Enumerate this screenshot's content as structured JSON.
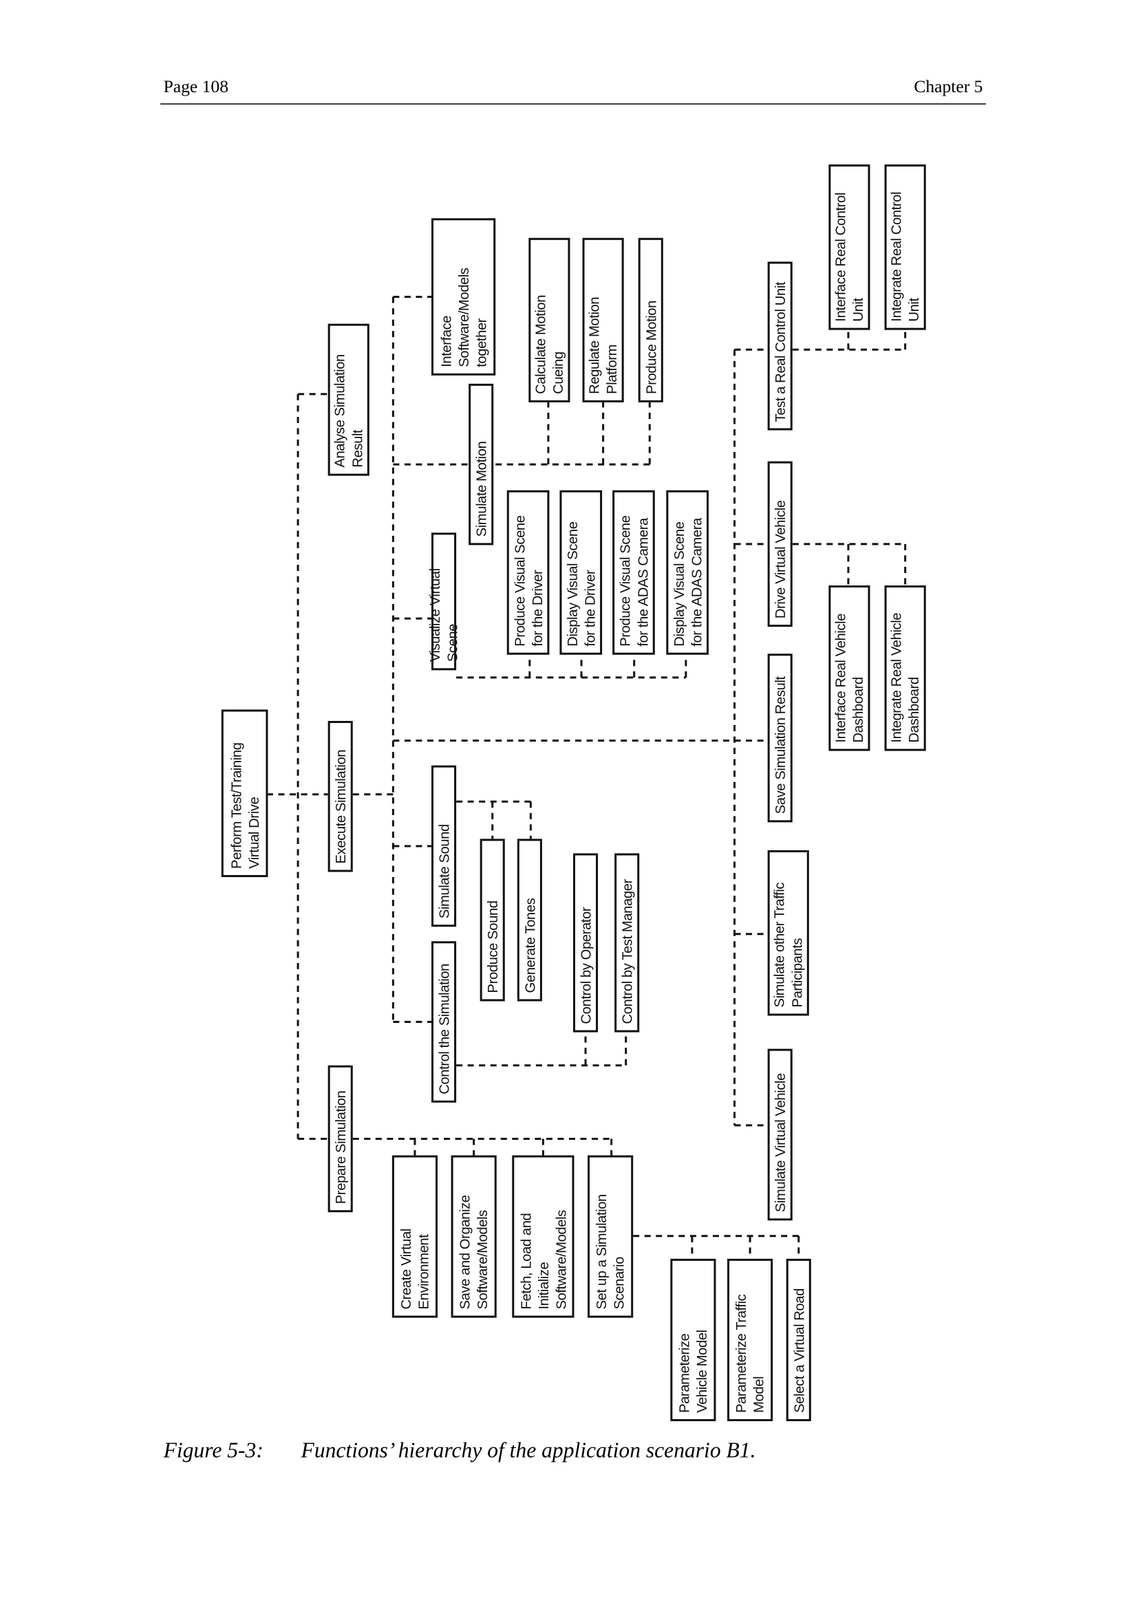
{
  "header": {
    "page": "Page 108",
    "chapter": "Chapter 5"
  },
  "caption": {
    "label": "Figure 5-3:",
    "text": "Functions’ hierarchy of the application scenario B1."
  },
  "diagram": {
    "boxes": [
      "Perform Test/Training\nVirtual Drive",
      "Execute Simulation",
      "Prepare Simulation",
      "Analyse Simulation\nResult",
      "Control the Simulation",
      "Simulate Sound",
      "Visualize Virtual Scene",
      "Simulate Motion",
      "Interface\nSoftware/Models\ntogether",
      "Produce Sound",
      "Generate Tones",
      "Control by Operator",
      "Control by Test Manager",
      "Produce Visual Scene\nfor the Driver",
      "Display Visual Scene\nfor the Driver",
      "Produce Visual Scene\nfor the ADAS Camera",
      "Display Visual Scene\nfor the ADAS Camera",
      "Calculate Motion\nCueing",
      "Regulate Motion\nPlatform",
      "Produce Motion",
      "Create Virtual\nEnvironment",
      "Save and Organize\nSoftware/Models",
      "Fetch, Load and\nInitialize\nSoftware/Models",
      "Set up a Simulation\nScenario",
      "Parameterize\nVehicle Model",
      "Parameterize Traffic\nModel",
      "Select a Virtual Road",
      "Simulate Virtual Vehicle",
      "Simulate other Traffic\nParticipants",
      "Save Simulation Result",
      "Drive Virtual Vehicle",
      "Test a Real Control Unit",
      "Interface Real Vehicle\nDashboard",
      "Integrate Real Vehicle\nDashboard",
      "Interface Real Control\nUnit",
      "Integrate Real Control\nUnit"
    ]
  }
}
